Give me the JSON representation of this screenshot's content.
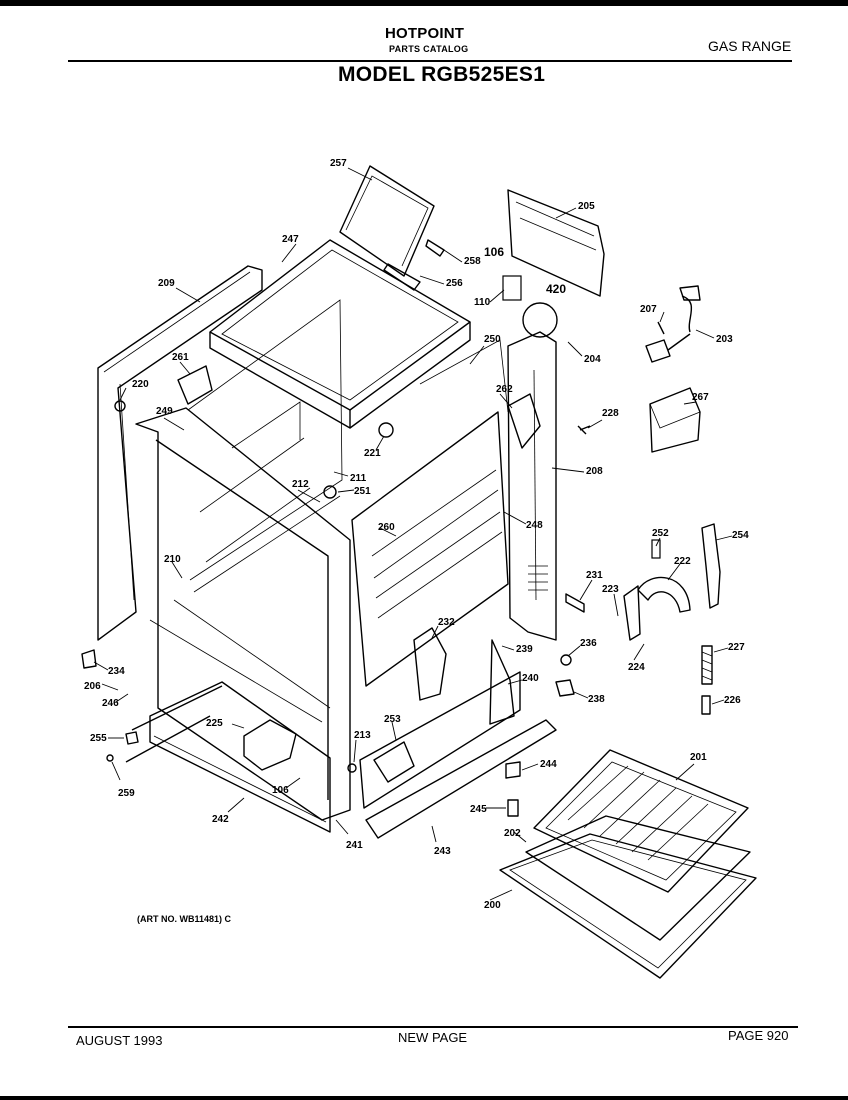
{
  "header": {
    "brand": "HOTPOINT",
    "catalog": "PARTS CATALOG",
    "category": "GAS RANGE",
    "model": "MODEL RGB525ES1"
  },
  "diagram": {
    "part_numbers": [
      {
        "id": "p257",
        "label": "257"
      },
      {
        "id": "p205",
        "label": "205"
      },
      {
        "id": "p247",
        "label": "247"
      },
      {
        "id": "p106a",
        "label": "106"
      },
      {
        "id": "p258",
        "label": "258"
      },
      {
        "id": "p209",
        "label": "209"
      },
      {
        "id": "p256",
        "label": "256"
      },
      {
        "id": "p420",
        "label": "420"
      },
      {
        "id": "p110",
        "label": "110"
      },
      {
        "id": "p207",
        "label": "207"
      },
      {
        "id": "p203",
        "label": "203"
      },
      {
        "id": "p250",
        "label": "250"
      },
      {
        "id": "p204",
        "label": "204"
      },
      {
        "id": "p261",
        "label": "261"
      },
      {
        "id": "p262",
        "label": "262"
      },
      {
        "id": "p220",
        "label": "220"
      },
      {
        "id": "p267",
        "label": "267"
      },
      {
        "id": "p249",
        "label": "249"
      },
      {
        "id": "p228",
        "label": "228"
      },
      {
        "id": "p221",
        "label": "221"
      },
      {
        "id": "p211",
        "label": "211"
      },
      {
        "id": "p208",
        "label": "208"
      },
      {
        "id": "p212",
        "label": "212"
      },
      {
        "id": "p251",
        "label": "251"
      },
      {
        "id": "p248",
        "label": "248"
      },
      {
        "id": "p260",
        "label": "260"
      },
      {
        "id": "p252",
        "label": "252"
      },
      {
        "id": "p254",
        "label": "254"
      },
      {
        "id": "p210",
        "label": "210"
      },
      {
        "id": "p222",
        "label": "222"
      },
      {
        "id": "p231",
        "label": "231"
      },
      {
        "id": "p223",
        "label": "223"
      },
      {
        "id": "p232",
        "label": "232"
      },
      {
        "id": "p236",
        "label": "236"
      },
      {
        "id": "p227",
        "label": "227"
      },
      {
        "id": "p239",
        "label": "239"
      },
      {
        "id": "p224",
        "label": "224"
      },
      {
        "id": "p234",
        "label": "234"
      },
      {
        "id": "p240",
        "label": "240"
      },
      {
        "id": "p206",
        "label": "206"
      },
      {
        "id": "p238",
        "label": "238"
      },
      {
        "id": "p226",
        "label": "226"
      },
      {
        "id": "p246",
        "label": "246"
      },
      {
        "id": "p253",
        "label": "253"
      },
      {
        "id": "p225",
        "label": "225"
      },
      {
        "id": "p255",
        "label": "255"
      },
      {
        "id": "p213",
        "label": "213"
      },
      {
        "id": "p201",
        "label": "201"
      },
      {
        "id": "p244",
        "label": "244"
      },
      {
        "id": "p259",
        "label": "259"
      },
      {
        "id": "p106b",
        "label": "106"
      },
      {
        "id": "p245",
        "label": "245"
      },
      {
        "id": "p202",
        "label": "202"
      },
      {
        "id": "p242",
        "label": "242"
      },
      {
        "id": "p241",
        "label": "241"
      },
      {
        "id": "p243",
        "label": "243"
      },
      {
        "id": "p200",
        "label": "200"
      }
    ],
    "art_number": "(ART NO. WB11481) C"
  },
  "footer": {
    "date": "AUGUST 1993",
    "page_type": "NEW PAGE",
    "page_number": "PAGE 920"
  }
}
